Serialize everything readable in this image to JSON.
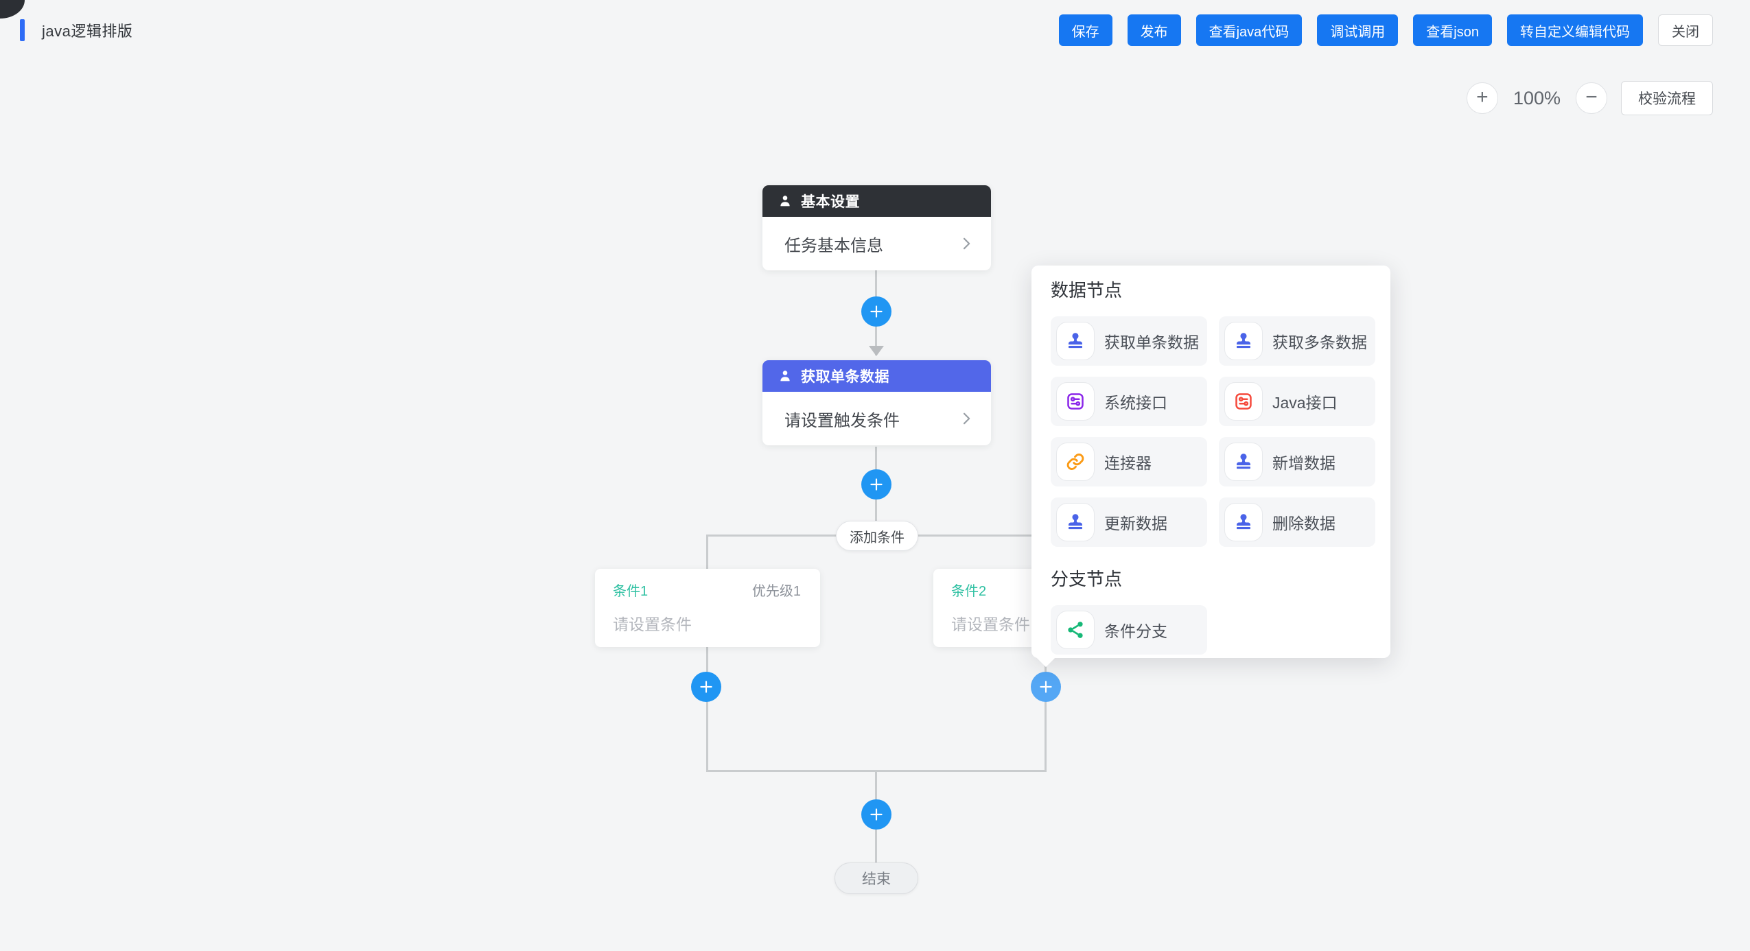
{
  "header": {
    "title": "java逻辑排版",
    "actions": [
      "保存",
      "发布",
      "查看java代码",
      "调试调用",
      "查看json",
      "转自定义编辑代码"
    ],
    "close_label": "关闭"
  },
  "zoombar": {
    "zoom_in": "+",
    "zoom_level": "100%",
    "zoom_out": "−",
    "validate_label": "校验流程"
  },
  "flow": {
    "node_basic": {
      "icon": "user-icon",
      "title": "基本设置",
      "row_label": "任务基本信息"
    },
    "node_fetch": {
      "icon": "user-icon",
      "title": "获取单条数据",
      "row_label": "请设置触发条件"
    },
    "add_condition_label": "添加条件",
    "condition1": {
      "name": "条件1",
      "priority": "优先级1",
      "placeholder": "请设置条件"
    },
    "condition2": {
      "name": "条件2",
      "placeholder": "请设置条件"
    },
    "end_label": "结束"
  },
  "popup": {
    "sections": [
      {
        "title": "数据节点",
        "items": [
          {
            "label": "获取单条数据",
            "icon": "stamp-icon",
            "color": "#4a63e8"
          },
          {
            "label": "获取多条数据",
            "icon": "stamp-icon",
            "color": "#4a63e8"
          },
          {
            "label": "系统接口",
            "icon": "tune-icon",
            "color": "#8b26e9"
          },
          {
            "label": "Java接口",
            "icon": "tune-icon",
            "color": "#f5493b"
          },
          {
            "label": "连接器",
            "icon": "link-icon",
            "color": "#fb9a14"
          },
          {
            "label": "新增数据",
            "icon": "stamp-icon",
            "color": "#4a63e8"
          },
          {
            "label": "更新数据",
            "icon": "stamp-icon",
            "color": "#4a63e8"
          },
          {
            "label": "删除数据",
            "icon": "stamp-icon",
            "color": "#4a63e8"
          }
        ]
      },
      {
        "title": "分支节点",
        "items": [
          {
            "label": "条件分支",
            "icon": "share-icon",
            "color": "#16b877"
          }
        ]
      }
    ]
  },
  "colors": {
    "primary_button": "#1677f2",
    "node_header_dark": "#2e3136",
    "node_header_blue": "#5267e9",
    "plus_button": "#2096f3",
    "plus_button_active": "#54a7f5",
    "condition_accent": "#2ec0a2",
    "connector_line": "#c9ccce",
    "canvas_background": "#f4f5f6"
  }
}
